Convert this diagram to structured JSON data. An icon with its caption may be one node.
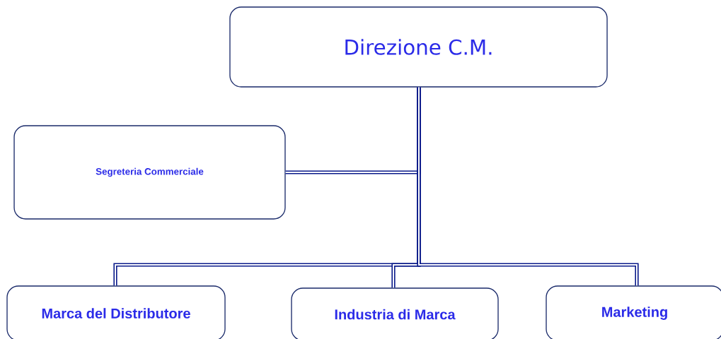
{
  "diagram": {
    "nodes": [
      {
        "text": [
          "Direzione C.M."
        ]
      },
      {
        "text": [
          "Segreteria Commerciale"
        ]
      },
      {
        "text": [
          "Marca del Distributore"
        ]
      },
      {
        "text": [
          "Industria di Marca"
        ]
      },
      {
        "text": [
          "Marketing"
        ]
      }
    ],
    "edges": [
      {
        "from": 0,
        "to": 1,
        "arrow": "none"
      },
      {
        "from": 0,
        "to": 2,
        "arrow": "none"
      },
      {
        "from": 0,
        "to": 3,
        "arrow": "none"
      },
      {
        "from": 0,
        "to": 4,
        "arrow": "none"
      }
    ]
  }
}
